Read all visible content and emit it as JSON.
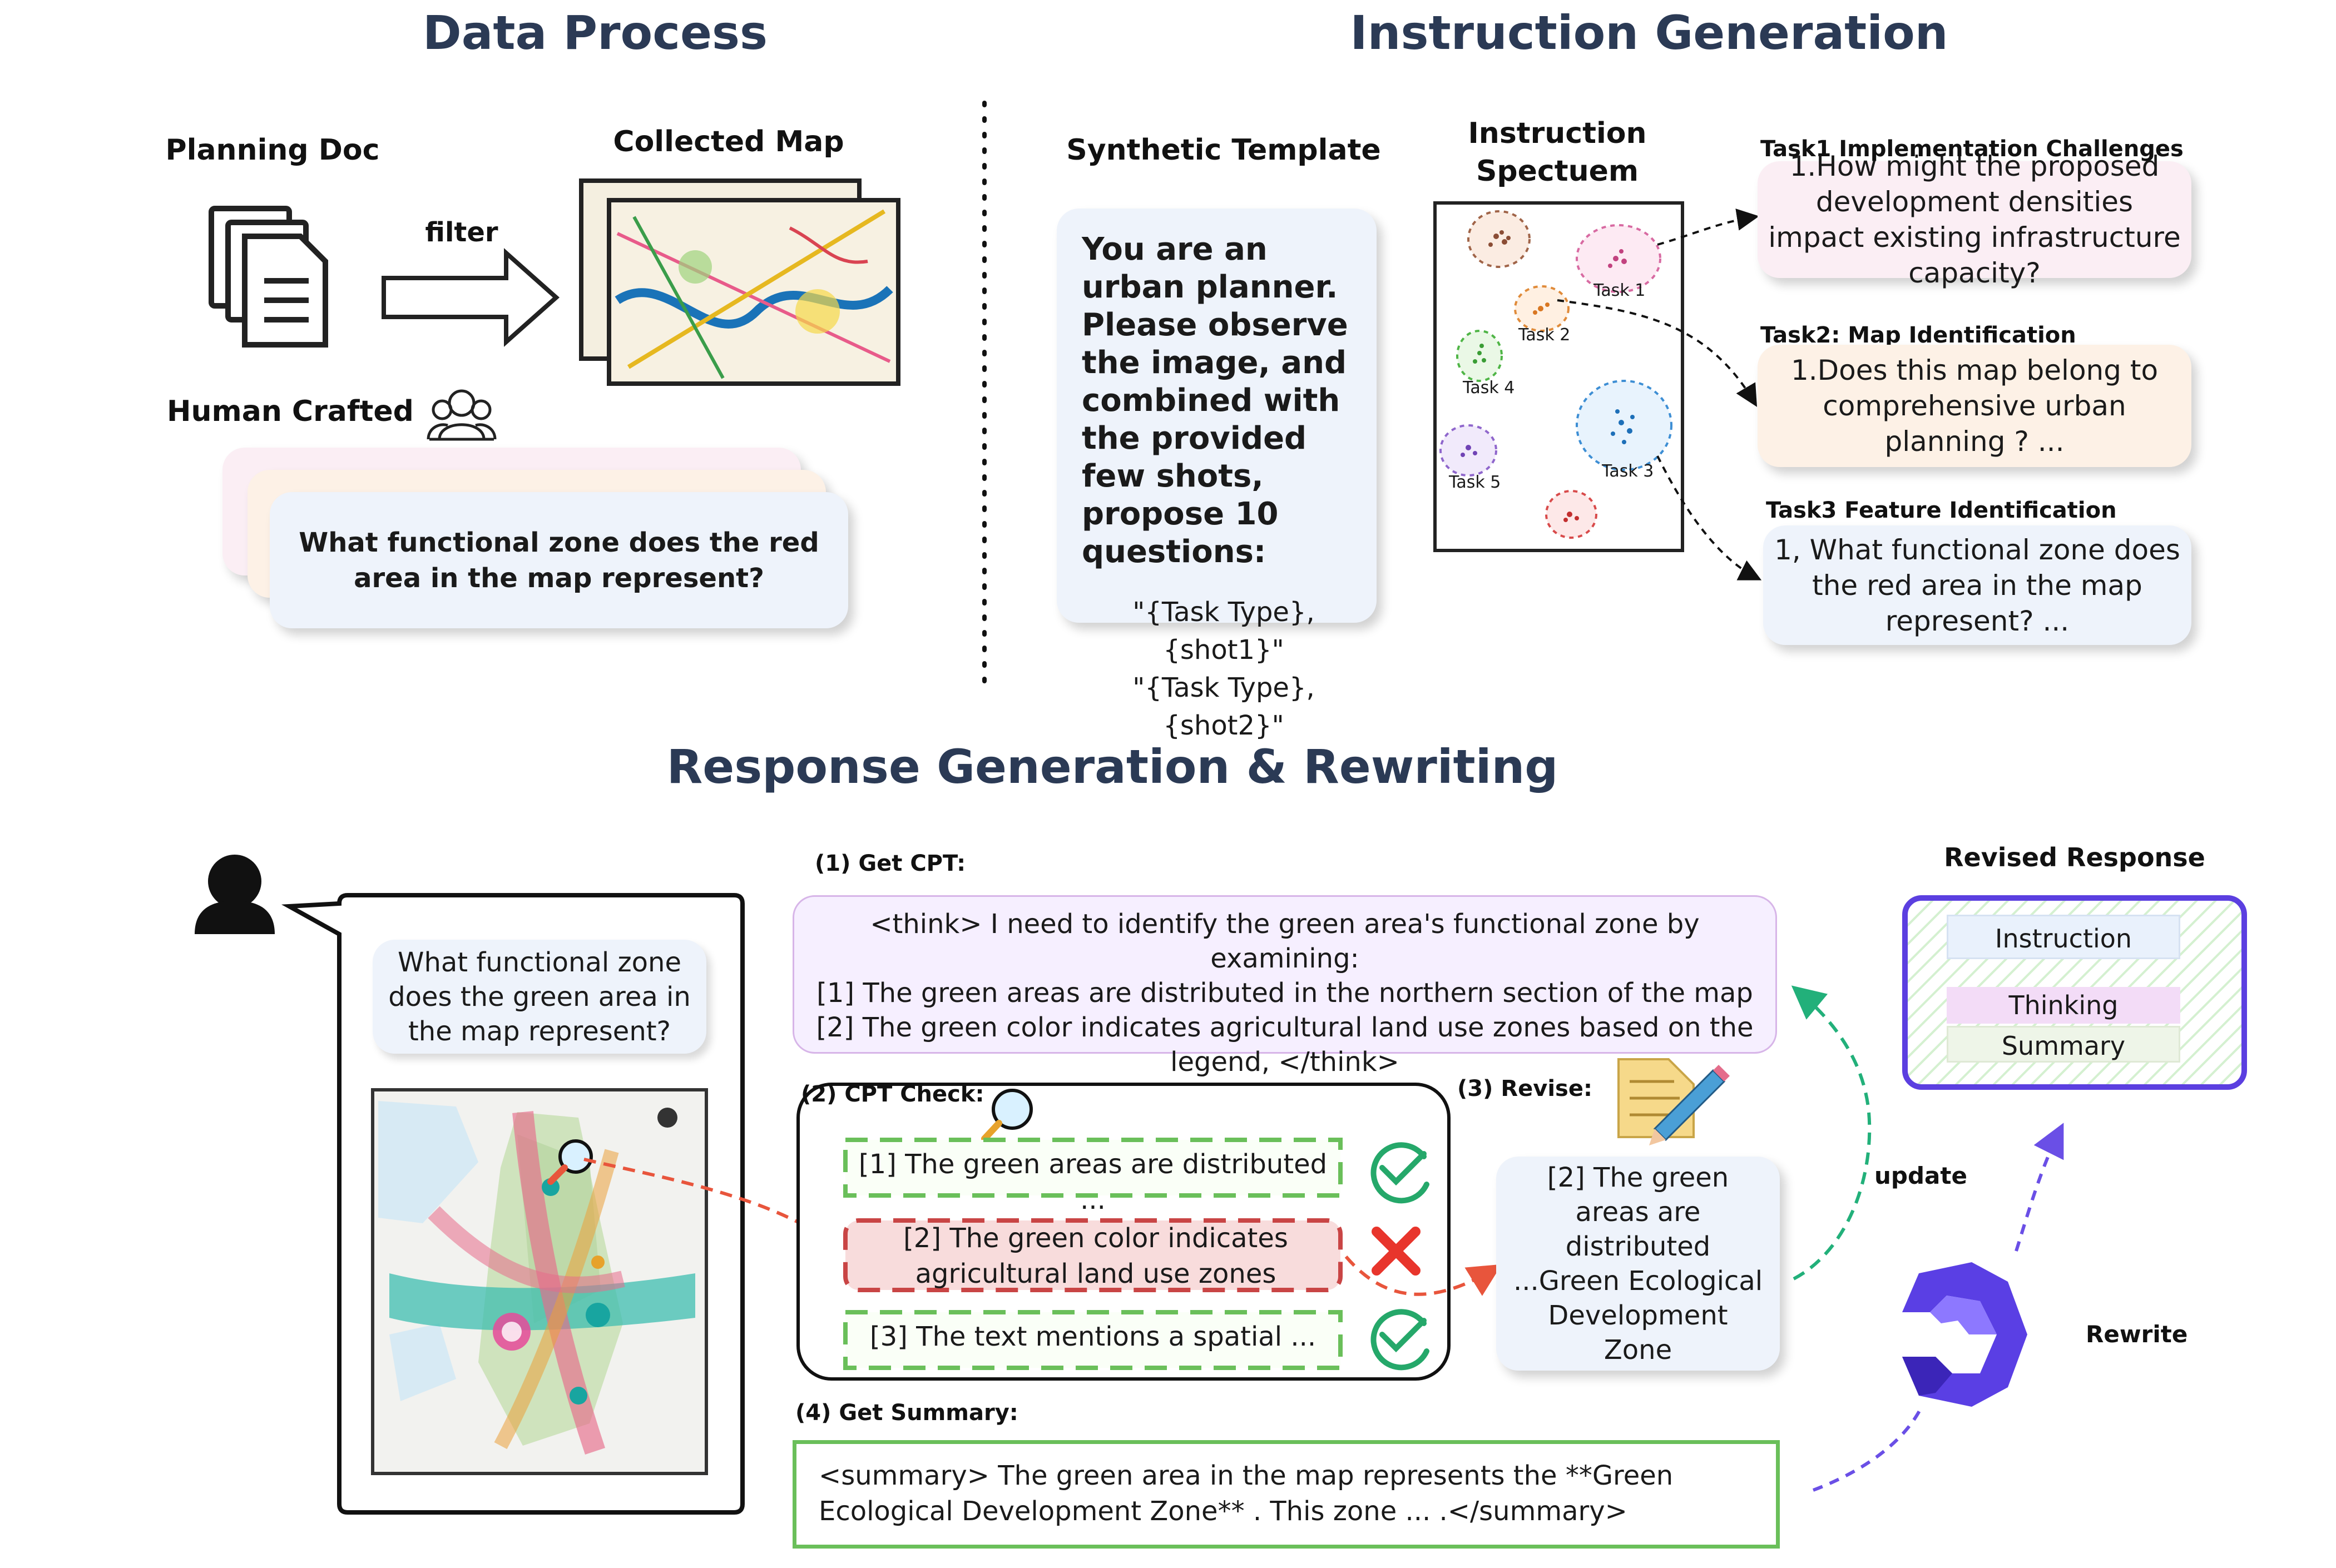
{
  "data_process": {
    "title": "Data Process",
    "planning_doc_label": "Planning Doc",
    "filter_label": "filter",
    "collected_map_label": "Collected Map",
    "human_crafted_label": "Human Crafted",
    "human_question": "What functional zone does the red area in the map represent?"
  },
  "instruction_generation": {
    "title": "Instruction Generation",
    "synthetic_template_label": "Synthetic Template",
    "template_text": "You are an urban planner. Please observe the image, and combined with the provided few shots, propose 10 questions:",
    "template_shot1": "\"{Task Type}, {shot1}\"",
    "template_shot2": "\"{Task Type}, {shot2}\"",
    "spectrum_label_line1": "Instruction",
    "spectrum_label_line2": "Spectuem",
    "clusters": [
      "Task 1",
      "Task 2",
      "Task 3",
      "Task 4",
      "Task 5"
    ],
    "task1_label": "Task1 Implementation Challenges",
    "task1_text": "1.How might the proposed development densities impact existing infrastructure capacity?",
    "task2_label": "Task2: Map Identification",
    "task2_text": "1.Does this map belong to comprehensive urban planning ? ...",
    "task3_label": "Task3 Feature Identification",
    "task3_text": "1, What functional zone does the red area in the map represent? ..."
  },
  "response": {
    "title": "Response Generation & Rewriting",
    "user_question": "What functional zone does the green area in the map represent?",
    "step1_label": "(1) Get CPT:",
    "think_line1": "<think> I need to identify the green area's functional zone by examining:",
    "think_line2": "[1] The green areas are distributed in the northern section of the map",
    "think_line3": "[2] The green color indicates agricultural land use zones based on the legend, </think>",
    "step2_label": "(2) CPT Check:",
    "check1": "[1] The green areas are distributed ...",
    "check2": "[2] The green color indicates agricultural land use zones",
    "check3": "[3] The text mentions a spatial ...",
    "step3_label": "(3) Revise:",
    "revise_text": "[2] The green areas are distributed ...Green Ecological Development Zone",
    "step4_label": "(4) Get Summary:",
    "summary_text": "<summary> The green area in the map represents the **Green Ecological Development Zone** . This zone  ... .</summary>",
    "revised_label": "Revised Response",
    "revised_items": [
      "Instruction",
      "Thinking",
      "Summary"
    ],
    "update_label": "update",
    "rewrite_label": "Rewrite"
  },
  "colors": {
    "title": "#2b3a55",
    "pink_card": "#fbeef4",
    "peach_card": "#fdf1e6",
    "blue_card": "#eef3fb",
    "purple_card": "#f6efff",
    "green_border": "#6abf5a",
    "red_dash": "#e8553c",
    "teal_dash": "#22b07a",
    "violet": "#5b3fe0"
  }
}
